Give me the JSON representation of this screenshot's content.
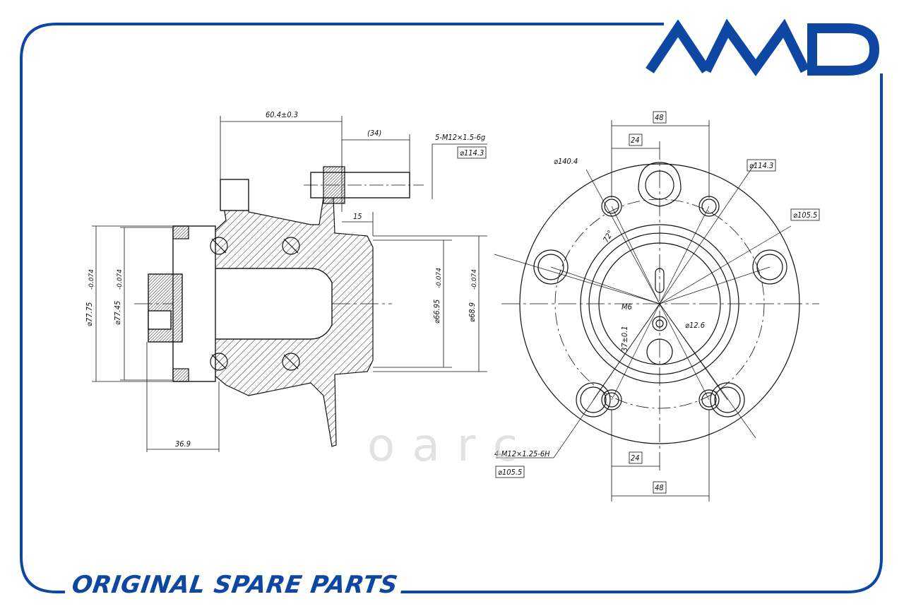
{
  "brand": {
    "logo_text": "AMD",
    "color": "#0d47a1"
  },
  "footer": {
    "text": "ORIGINAL SPARE PARTS"
  },
  "watermark": {
    "text": "ο a r c"
  },
  "side_view": {
    "dim_width": "60.4±0.3",
    "dim_stud": "(34)",
    "thread": "5-M12×1.5-6g",
    "pcd_stud": "⌀114.3",
    "dim_15": "15",
    "dim_36": "36.9",
    "dia_1": "⌀77.75",
    "dia_1_tol": "-0.074",
    "dia_2": "⌀77.45",
    "dia_2_tol": "-0.074",
    "dia_3": "⌀66.95",
    "dia_3_tol": "-0.074",
    "dia_4": "⌀68.9",
    "dia_4_tol": "-0.074"
  },
  "front_view": {
    "dim_48_top": "48",
    "dim_24_top": "24",
    "dia_140": "⌀140.4",
    "dia_114": "⌀114.3",
    "dia_105_top": "⌀105.5",
    "angle": "72°",
    "m6": "M6",
    "dia_12": "⌀12.6",
    "dim_37": "37±0.1",
    "thread2": "4-M12×1.25-6H",
    "dia_105_bottom": "⌀105.5",
    "dim_24_bottom": "24",
    "dim_48_bottom": "48"
  }
}
